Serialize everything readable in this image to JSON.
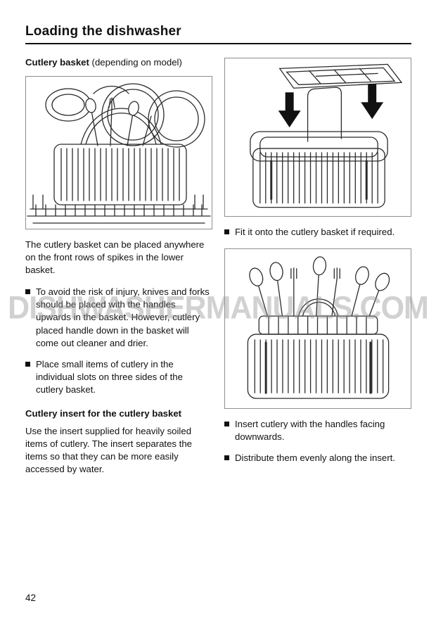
{
  "page": {
    "title": "Loading the dishwasher",
    "page_number": "42",
    "watermark": "DISHWASHERMANUALS.COM"
  },
  "left": {
    "heading_bold": "Cutlery basket",
    "heading_suffix": " (depending on model)",
    "para1": "The cutlery basket can be placed anywhere on the front rows of spikes in the lower basket.",
    "bullets": [
      "To avoid the risk of injury, knives and forks should be placed with the handles upwards in the basket. However, cutlery placed handle down in the basket will come out cleaner and drier.",
      "Place small items of cutlery in the individual slots on three sides of the cutlery basket."
    ],
    "heading2": "Cutlery insert for the cutlery basket",
    "para2": "Use the insert supplied for heavily soiled items of cutlery. The insert separates the items so that they can be more easily accessed by water."
  },
  "right": {
    "bullets": [
      "Fit it onto the cutlery basket if required.",
      "Insert cutlery with the handles facing downwards.",
      "Distribute them evenly along the insert."
    ]
  },
  "colors": {
    "ink": "#111111",
    "line_art": "#2b2b2b",
    "figure_border": "#8f8f8f",
    "watermark_gray": "#919191"
  }
}
